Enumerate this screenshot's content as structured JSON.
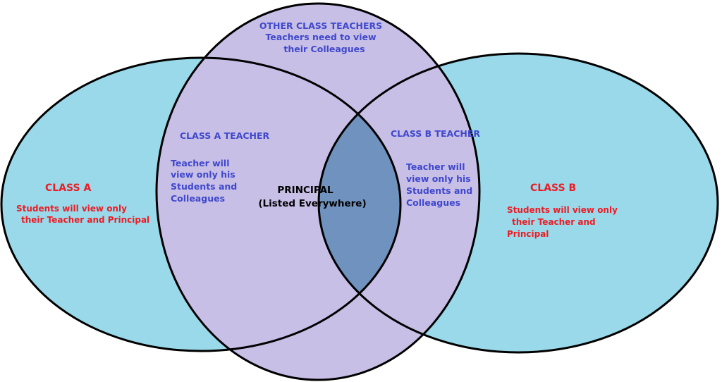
{
  "colors": {
    "class_fill": "#99d9ea",
    "teacher_fill": "#c8bfe7",
    "overlap_fill": "#7092be",
    "outline": "#000000",
    "blue_text": "#3f48cc",
    "red_text": "#ed1c24",
    "dark_text": "#000000"
  },
  "diagram": {
    "other_teachers": {
      "title": "OTHER CLASS TEACHERS",
      "line1": "Teachers need to view",
      "line2": "their Colleagues"
    },
    "class_a_teacher": {
      "title": "CLASS A TEACHER",
      "line1": "Teacher will",
      "line2": "view only his",
      "line3": "Students and",
      "line4": "Colleagues"
    },
    "class_b_teacher": {
      "title": "CLASS B TEACHER",
      "line1": "Teacher will",
      "line2": "view only his",
      "line3": "Students and",
      "line4": "Colleagues"
    },
    "principal": {
      "title": "PRINCIPAL",
      "subtitle": "(Listed Everywhere)"
    },
    "class_a": {
      "title": "CLASS A",
      "line1": "Students will view only",
      "line2": "their Teacher and Principal"
    },
    "class_b": {
      "title": "CLASS B",
      "line1": "Students will view only",
      "line2": "their Teacher and",
      "line3": "Principal"
    }
  }
}
